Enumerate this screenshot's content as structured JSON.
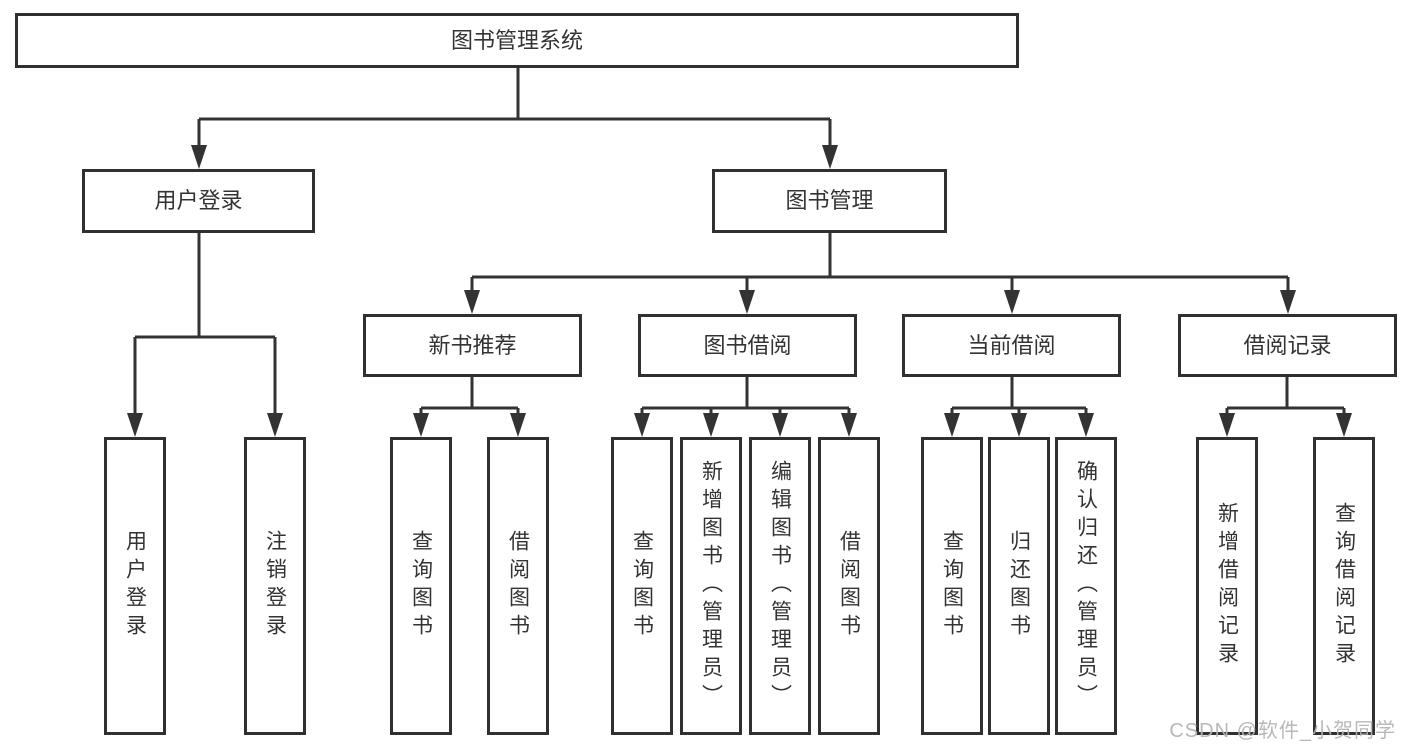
{
  "diagram_title": "图书管理系统",
  "tree": {
    "label": "图书管理系统",
    "children": [
      {
        "label": "用户登录",
        "children": [
          {
            "label": "用户登录"
          },
          {
            "label": "注销登录"
          }
        ]
      },
      {
        "label": "图书管理",
        "children": [
          {
            "label": "新书推荐",
            "children": [
              {
                "label": "查询图书"
              },
              {
                "label": "借阅图书"
              }
            ]
          },
          {
            "label": "图书借阅",
            "children": [
              {
                "label": "查询图书"
              },
              {
                "label": "新增图书（管理员）"
              },
              {
                "label": "编辑图书（管理员）"
              },
              {
                "label": "借阅图书"
              }
            ]
          },
          {
            "label": "当前借阅",
            "children": [
              {
                "label": "查询图书"
              },
              {
                "label": "归还图书"
              },
              {
                "label": "确认归还（管理员）"
              }
            ]
          },
          {
            "label": "借阅记录",
            "children": [
              {
                "label": "新增借阅记录"
              },
              {
                "label": "查询借阅记录"
              }
            ]
          }
        ]
      }
    ]
  },
  "watermark": {
    "text": "CSDN @软件_小贺同学"
  },
  "colors": {
    "line": "#303030",
    "arrow": "#333333",
    "node_border": "#303030",
    "node_background": "#ffffff",
    "text": "#333333",
    "watermark": "#b5b5b5",
    "background": "#ffffff"
  }
}
